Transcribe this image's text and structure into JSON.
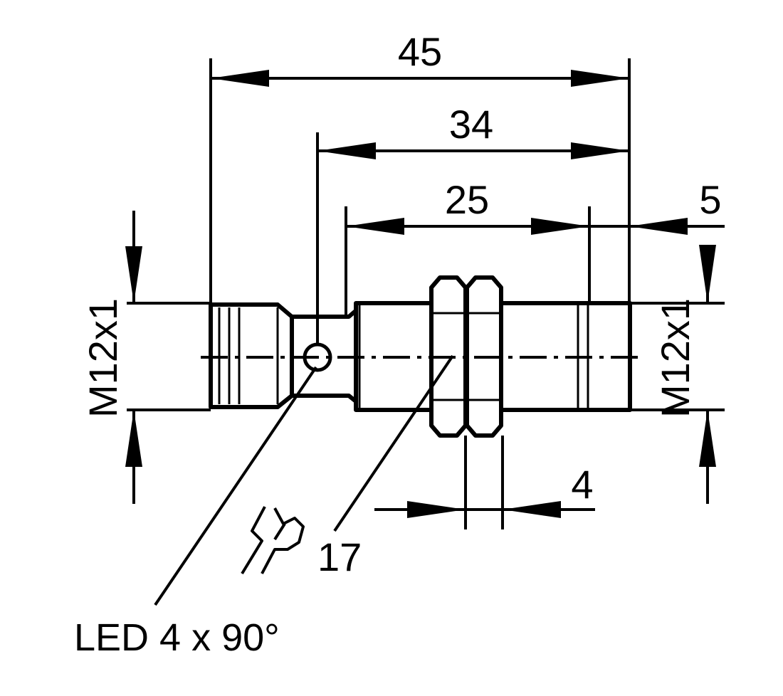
{
  "dimensions": {
    "overall_length": "45",
    "thread_length": "34",
    "mid_length": "25",
    "front_offset": "5",
    "nut_thickness": "4",
    "wrench_size": "17",
    "thread_left": "M12x1",
    "thread_right": "M12x1"
  },
  "labels": {
    "led": "LED 4 x 90°"
  },
  "icons": {
    "wrench": "wrench-icon"
  },
  "colors": {
    "line": "#000000",
    "background": "#ffffff"
  }
}
